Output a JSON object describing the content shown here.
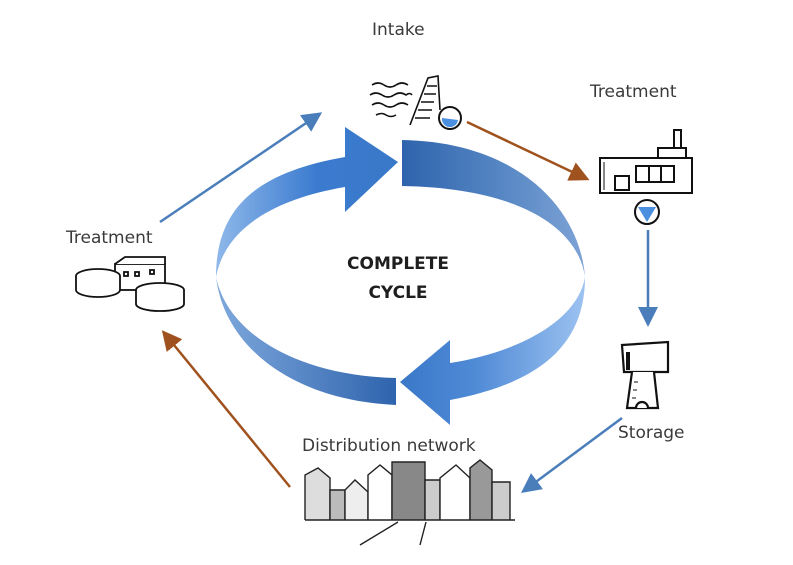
{
  "diagram": {
    "center_label": {
      "line1": "COMPLETE",
      "line2": "CYCLE"
    },
    "nodes": [
      {
        "id": "intake",
        "label": "Intake",
        "icon": "water-intake-dam-icon"
      },
      {
        "id": "treatment-right",
        "label": "Treatment",
        "icon": "treatment-plant-icon"
      },
      {
        "id": "storage",
        "label": "Storage",
        "icon": "water-tower-icon"
      },
      {
        "id": "distribution",
        "label": "Distribution network",
        "icon": "town-buildings-icon"
      },
      {
        "id": "treatment-left",
        "label": "Treatment",
        "icon": "wastewater-tanks-icon"
      }
    ],
    "connectors": [
      {
        "from": "intake",
        "to": "treatment-right",
        "color": "#a0521e"
      },
      {
        "from": "treatment-right",
        "to": "storage",
        "color": "#4a7ebb"
      },
      {
        "from": "storage",
        "to": "distribution",
        "color": "#4a7ebb"
      },
      {
        "from": "distribution",
        "to": "treatment-left",
        "color": "#a0521e"
      },
      {
        "from": "treatment-left",
        "to": "intake",
        "color": "#4a7ebb"
      }
    ],
    "colors": {
      "cycle_dark": "#2f67b0",
      "cycle_light": "#8fb8ea",
      "brown": "#a0521e",
      "blue": "#4a7ebb"
    }
  }
}
